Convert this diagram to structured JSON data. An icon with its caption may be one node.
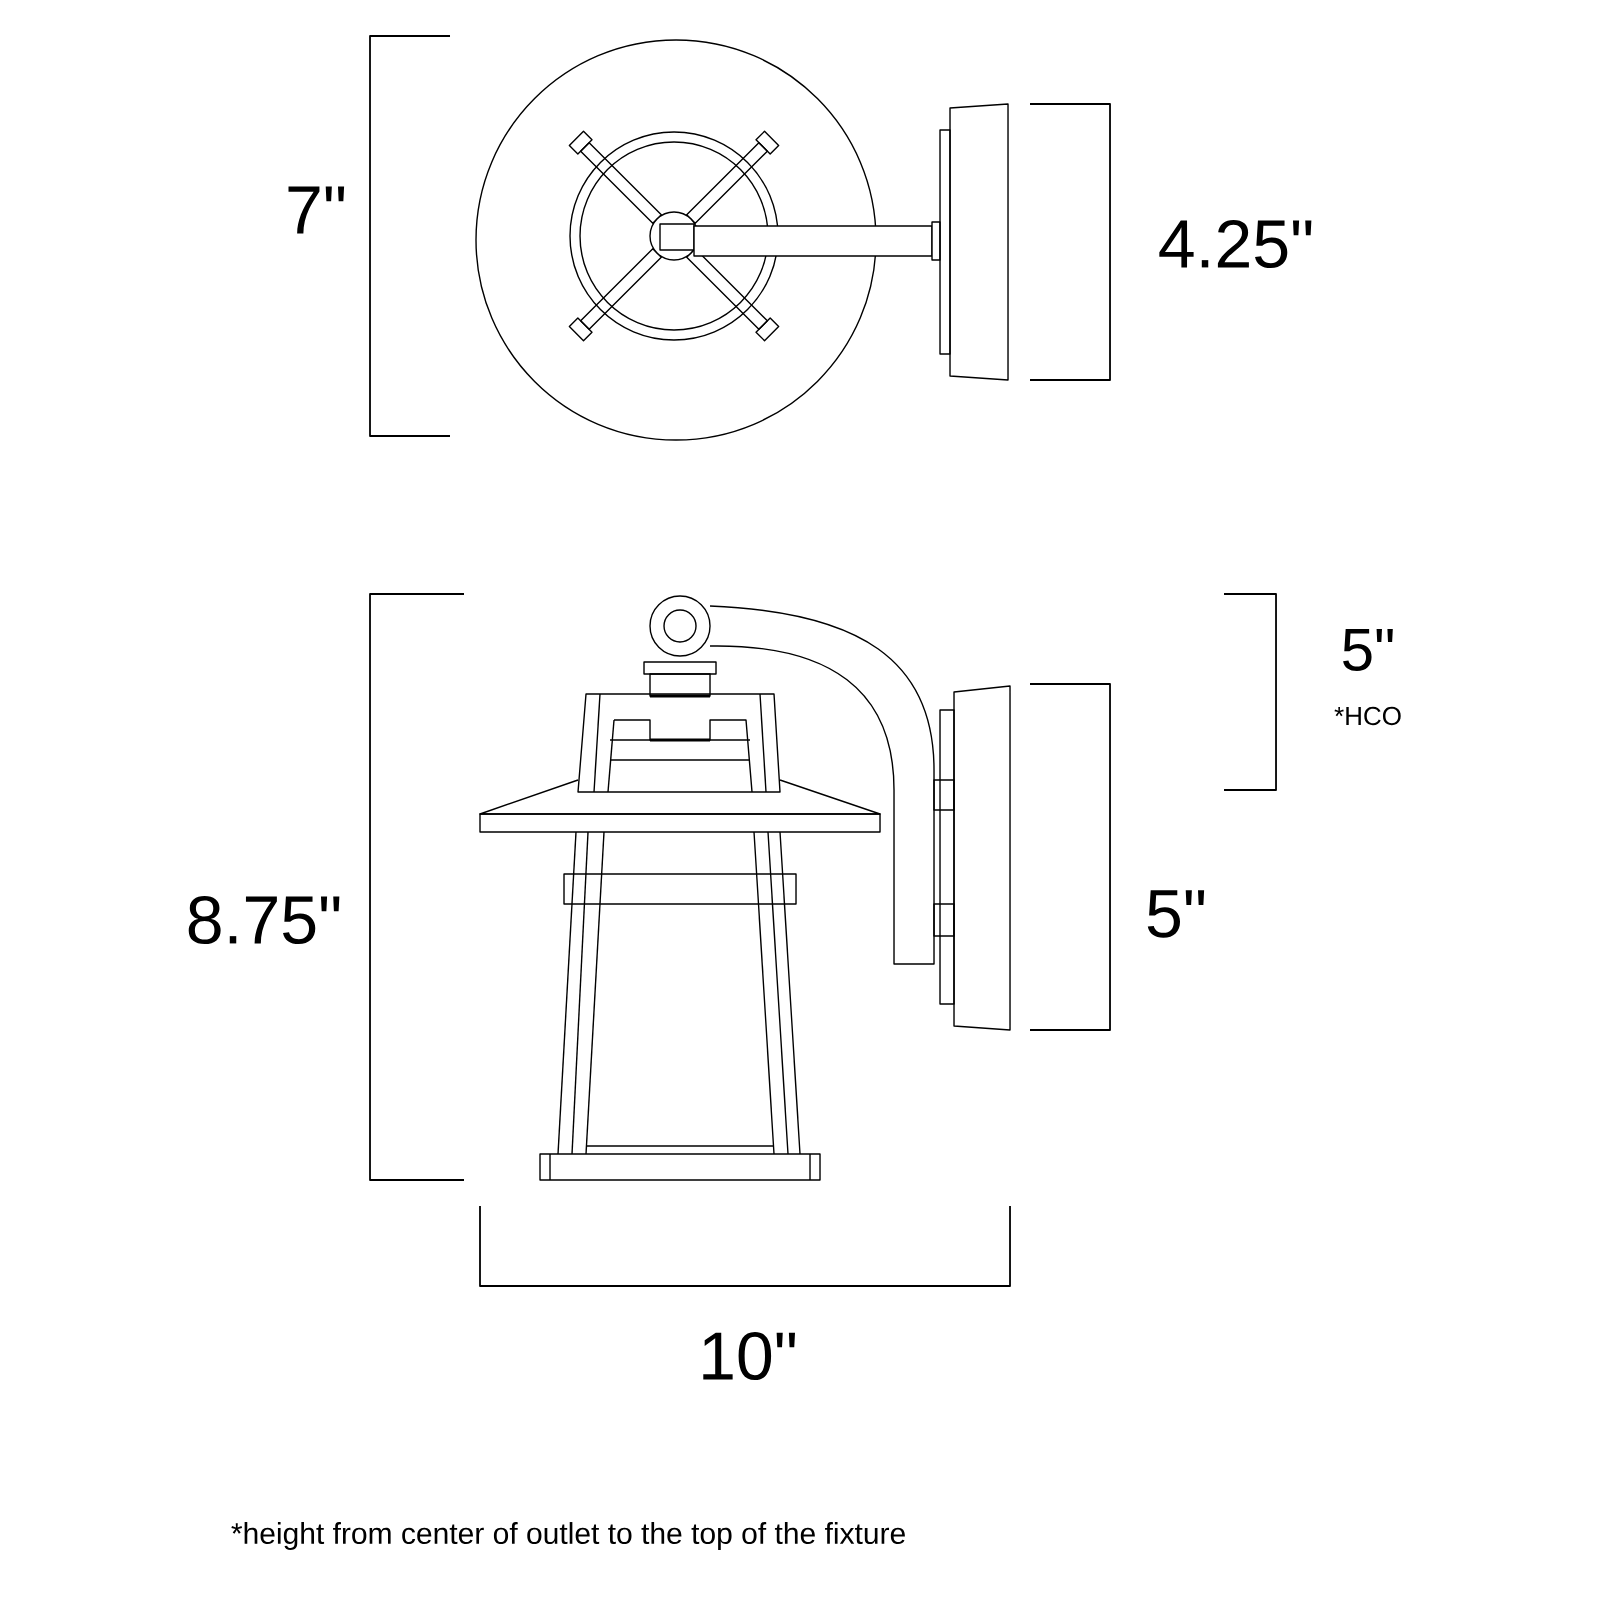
{
  "diagram": {
    "labels": [
      "7\"",
      "4.25\"",
      "5\"",
      "*HCO",
      "8.75\"",
      "5\"",
      "10\"",
      "*height from center of outlet to the top of the fixture"
    ]
  }
}
